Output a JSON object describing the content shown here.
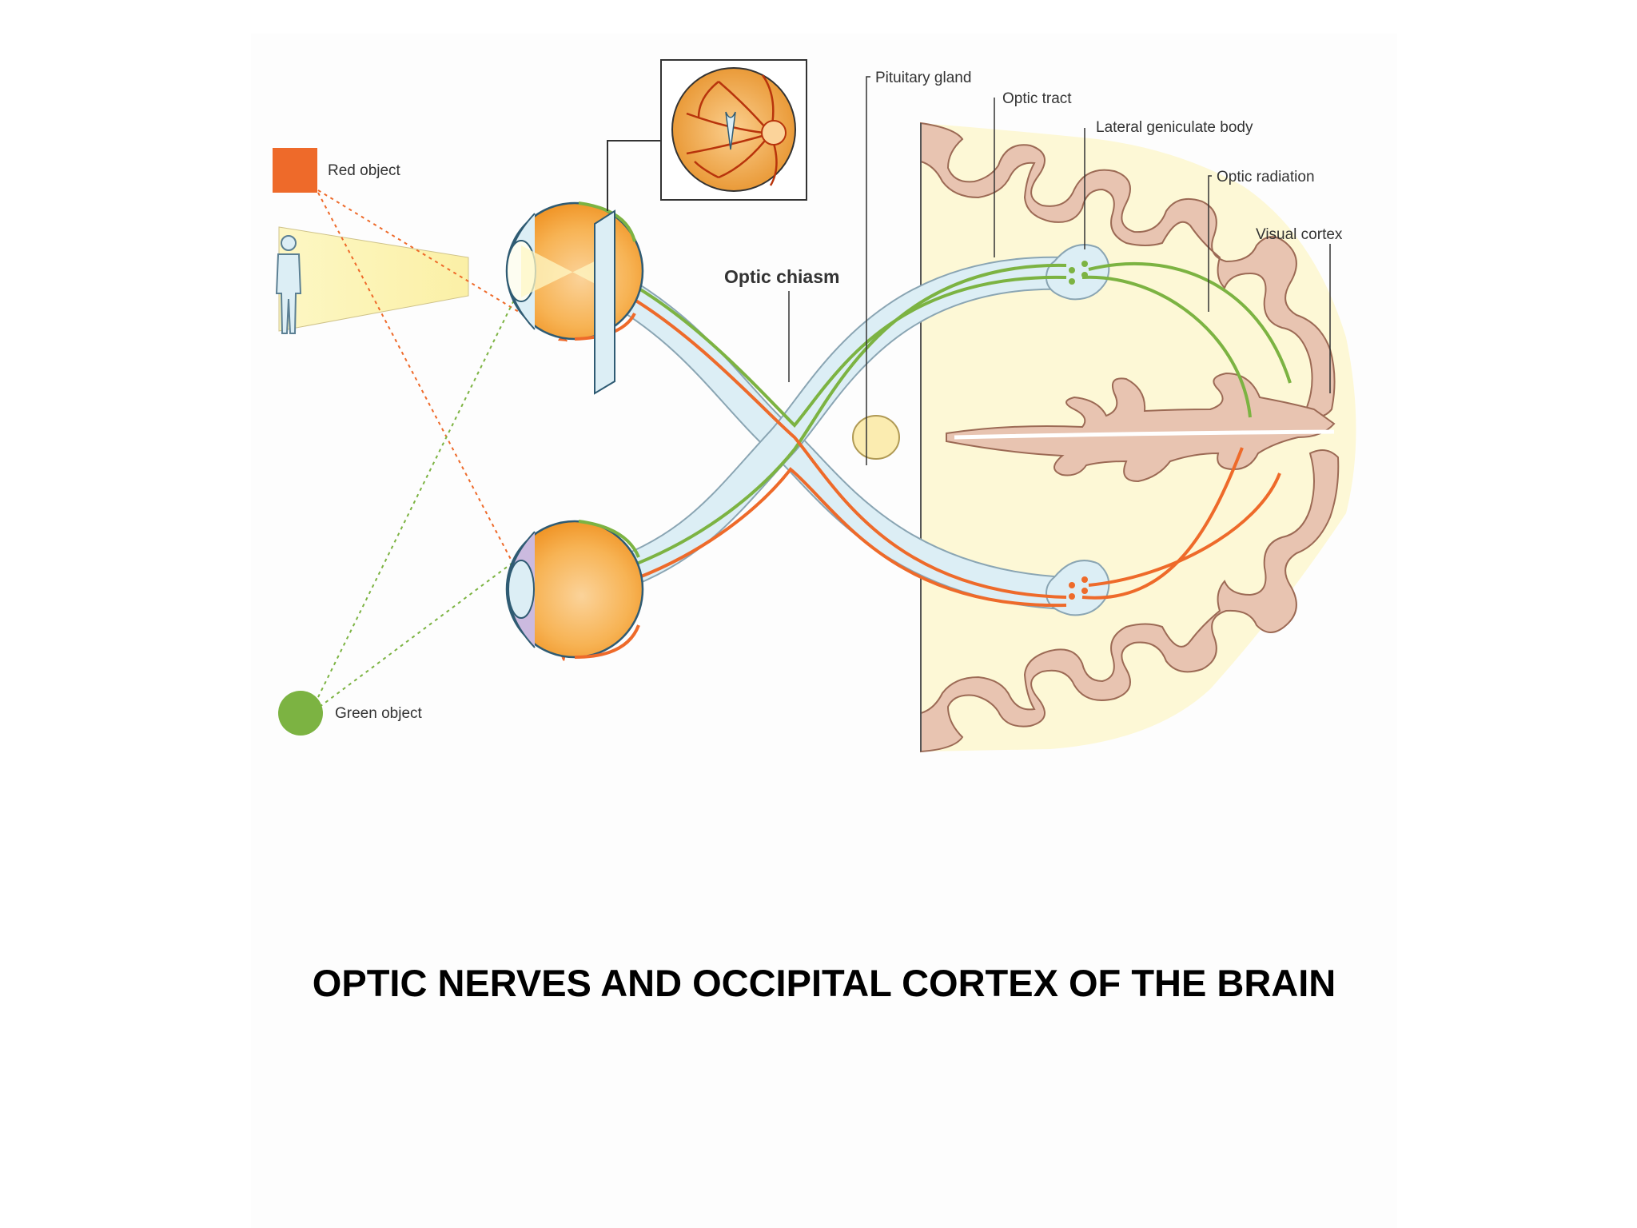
{
  "diagram": {
    "labels": {
      "red_object": "Red object",
      "green_object": "Green object",
      "optic_chiasm": "Optic chiasm",
      "pituitary_gland": "Pituitary gland",
      "optic_tract": "Optic tract",
      "lateral_geniculate_body": "Lateral geniculate body",
      "optic_radiation": "Optic radiation",
      "visual_cortex": "Visual cortex"
    },
    "colors": {
      "red_pathway": "#ee6a2a",
      "green_pathway": "#7cb342",
      "nerve_fill": "#dceef5",
      "brain_fill": "#fdf8d6",
      "cortex_fill": "#e8c4b1",
      "eye_fill": "#f6a533",
      "pituitary_fill": "#fbecb0"
    }
  },
  "caption": "OPTIC NERVES AND OCCIPITAL CORTEX OF THE BRAIN"
}
